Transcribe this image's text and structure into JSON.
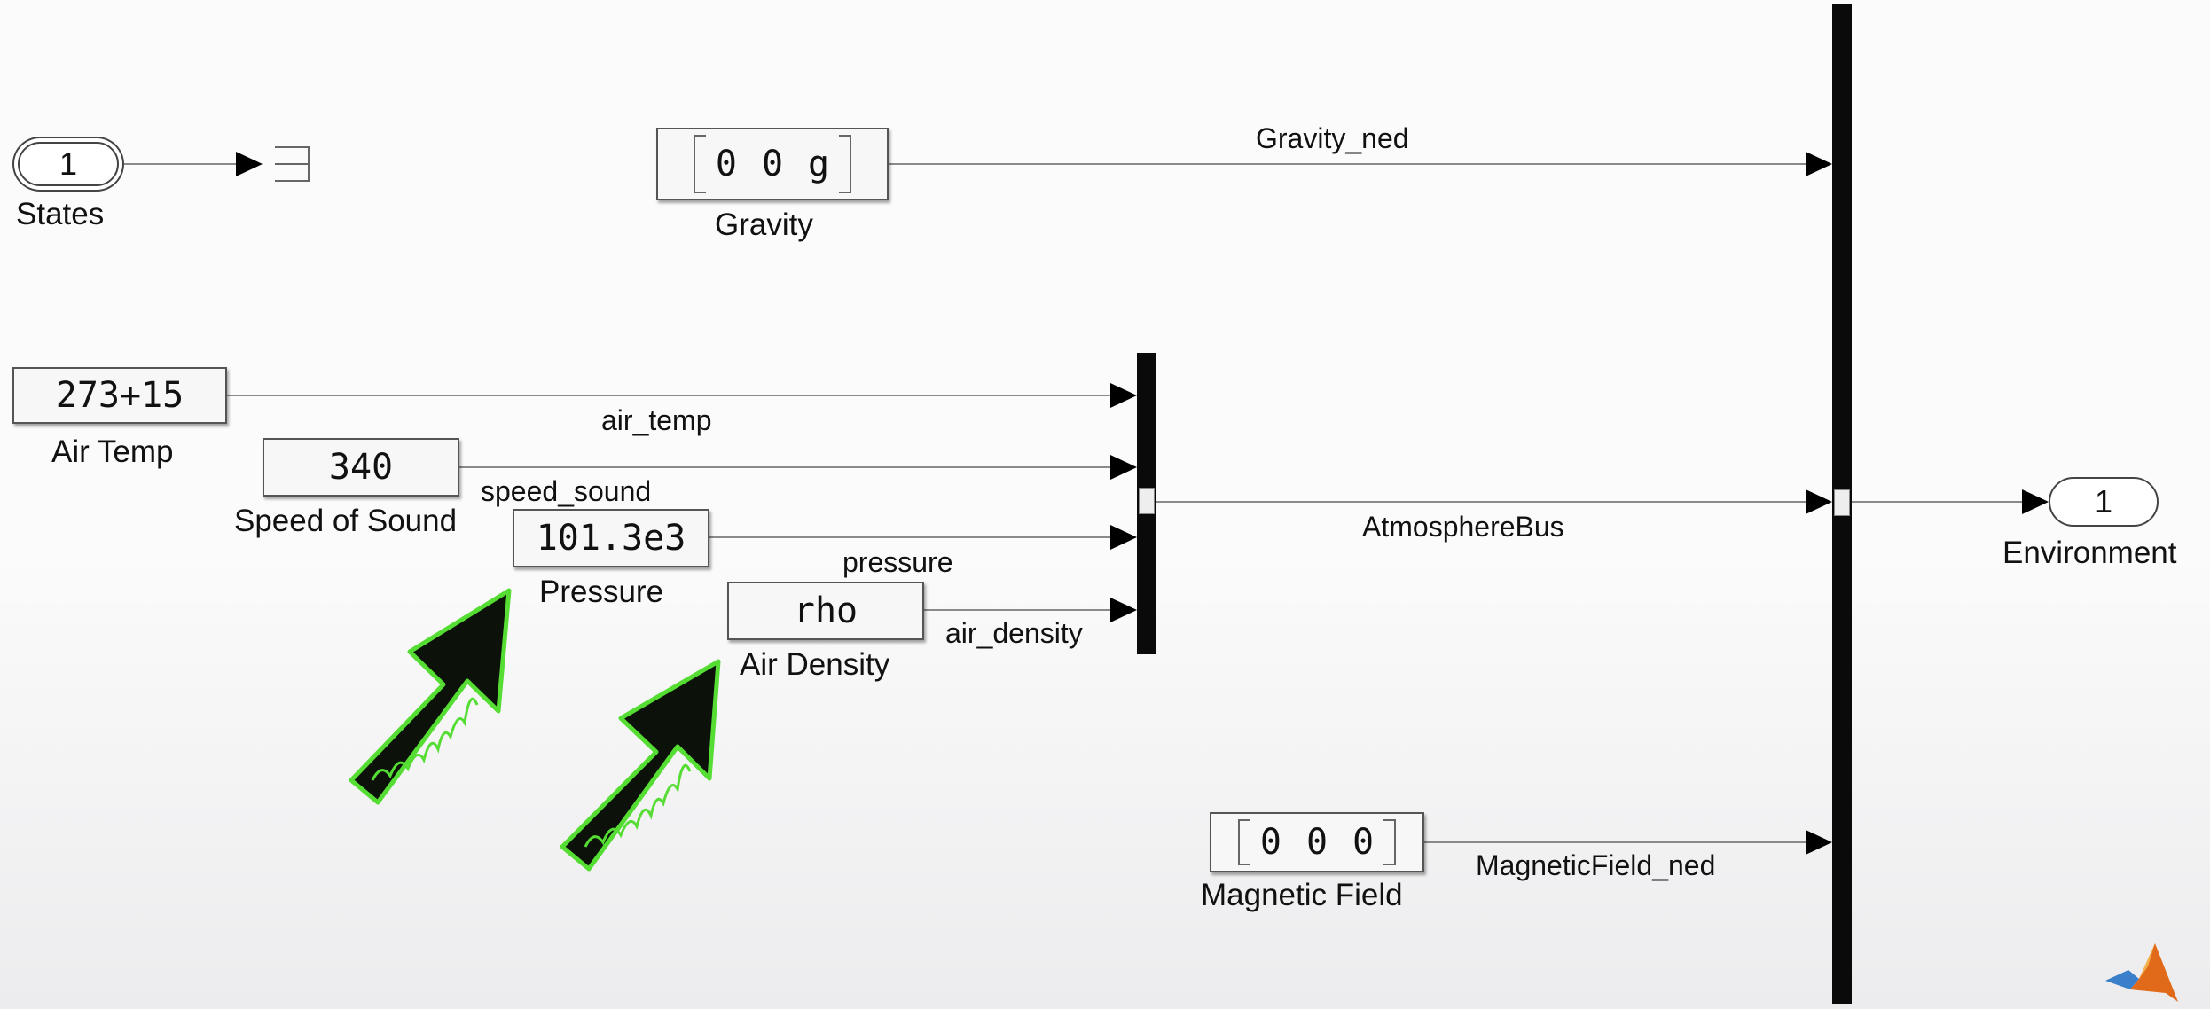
{
  "inport": {
    "number": "1",
    "label": "States"
  },
  "outport": {
    "number": "1",
    "label": "Environment"
  },
  "blocks": {
    "gravity": {
      "values": [
        "0",
        "0",
        "g"
      ],
      "label": "Gravity"
    },
    "air_temp": {
      "value": "273+15",
      "label": "Air Temp"
    },
    "speed_of_sound": {
      "value": "340",
      "label": "Speed of Sound"
    },
    "pressure": {
      "value": "101.3e3",
      "label": "Pressure"
    },
    "air_density": {
      "value": "rho",
      "label": "Air Density"
    },
    "magnetic_field": {
      "values": [
        "0",
        "0",
        "0"
      ],
      "label": "Magnetic Field"
    }
  },
  "signals": {
    "gravity": "Gravity_ned",
    "air_temp": "air_temp",
    "speed_sound": "speed_sound",
    "pressure": "pressure",
    "air_density": "air_density",
    "atmosphere_bus": "AtmosphereBus",
    "magnetic_field": "MagneticField_ned"
  },
  "colors": {
    "annotation_arrow": "#55dd33",
    "line": "#888888",
    "bus": "#0a0a0a"
  },
  "icons": {
    "logo": "matlab-logo-icon",
    "annotation": "green-arrow-icon"
  }
}
